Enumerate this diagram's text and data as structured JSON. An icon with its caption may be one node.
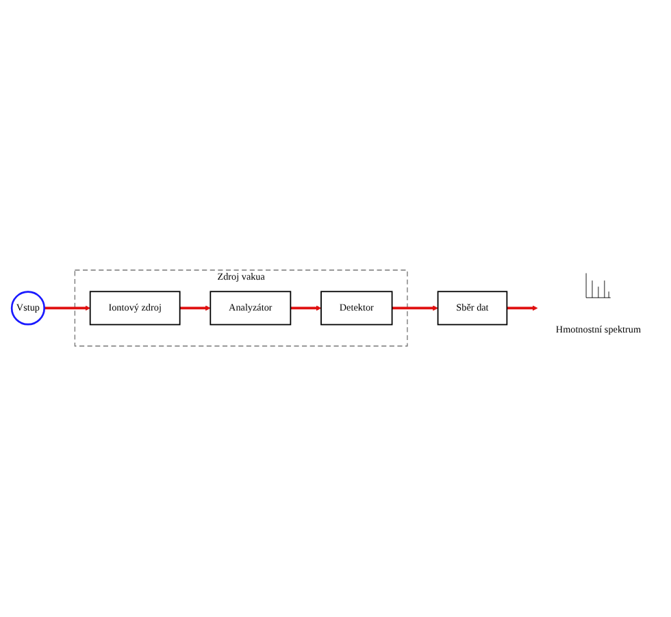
{
  "diagram": {
    "nodes": [
      {
        "text": [
          "Zdroj vakua"
        ]
      },
      {
        "text": [
          "Iontový zdroj"
        ],
        "in": 0
      },
      {
        "text": [
          "Analyzátor"
        ],
        "in": 0
      },
      {
        "text": [
          "Detektor"
        ],
        "in": 0
      },
      {
        "text": [
          "Vstup"
        ]
      },
      {
        "text": [
          "Sběr dat"
        ]
      },
      {
        "text": [
          "Hmotnostní spektrum"
        ]
      }
    ],
    "edges": [
      {
        "from": 4,
        "to": 1,
        "arrow": "to"
      },
      {
        "from": 1,
        "to": 2,
        "arrow": "to"
      },
      {
        "from": 2,
        "to": 3,
        "arrow": "to"
      },
      {
        "from": 3,
        "to": 5,
        "arrow": "to"
      },
      {
        "from": 5,
        "to": 6,
        "arrow": "to"
      }
    ]
  }
}
